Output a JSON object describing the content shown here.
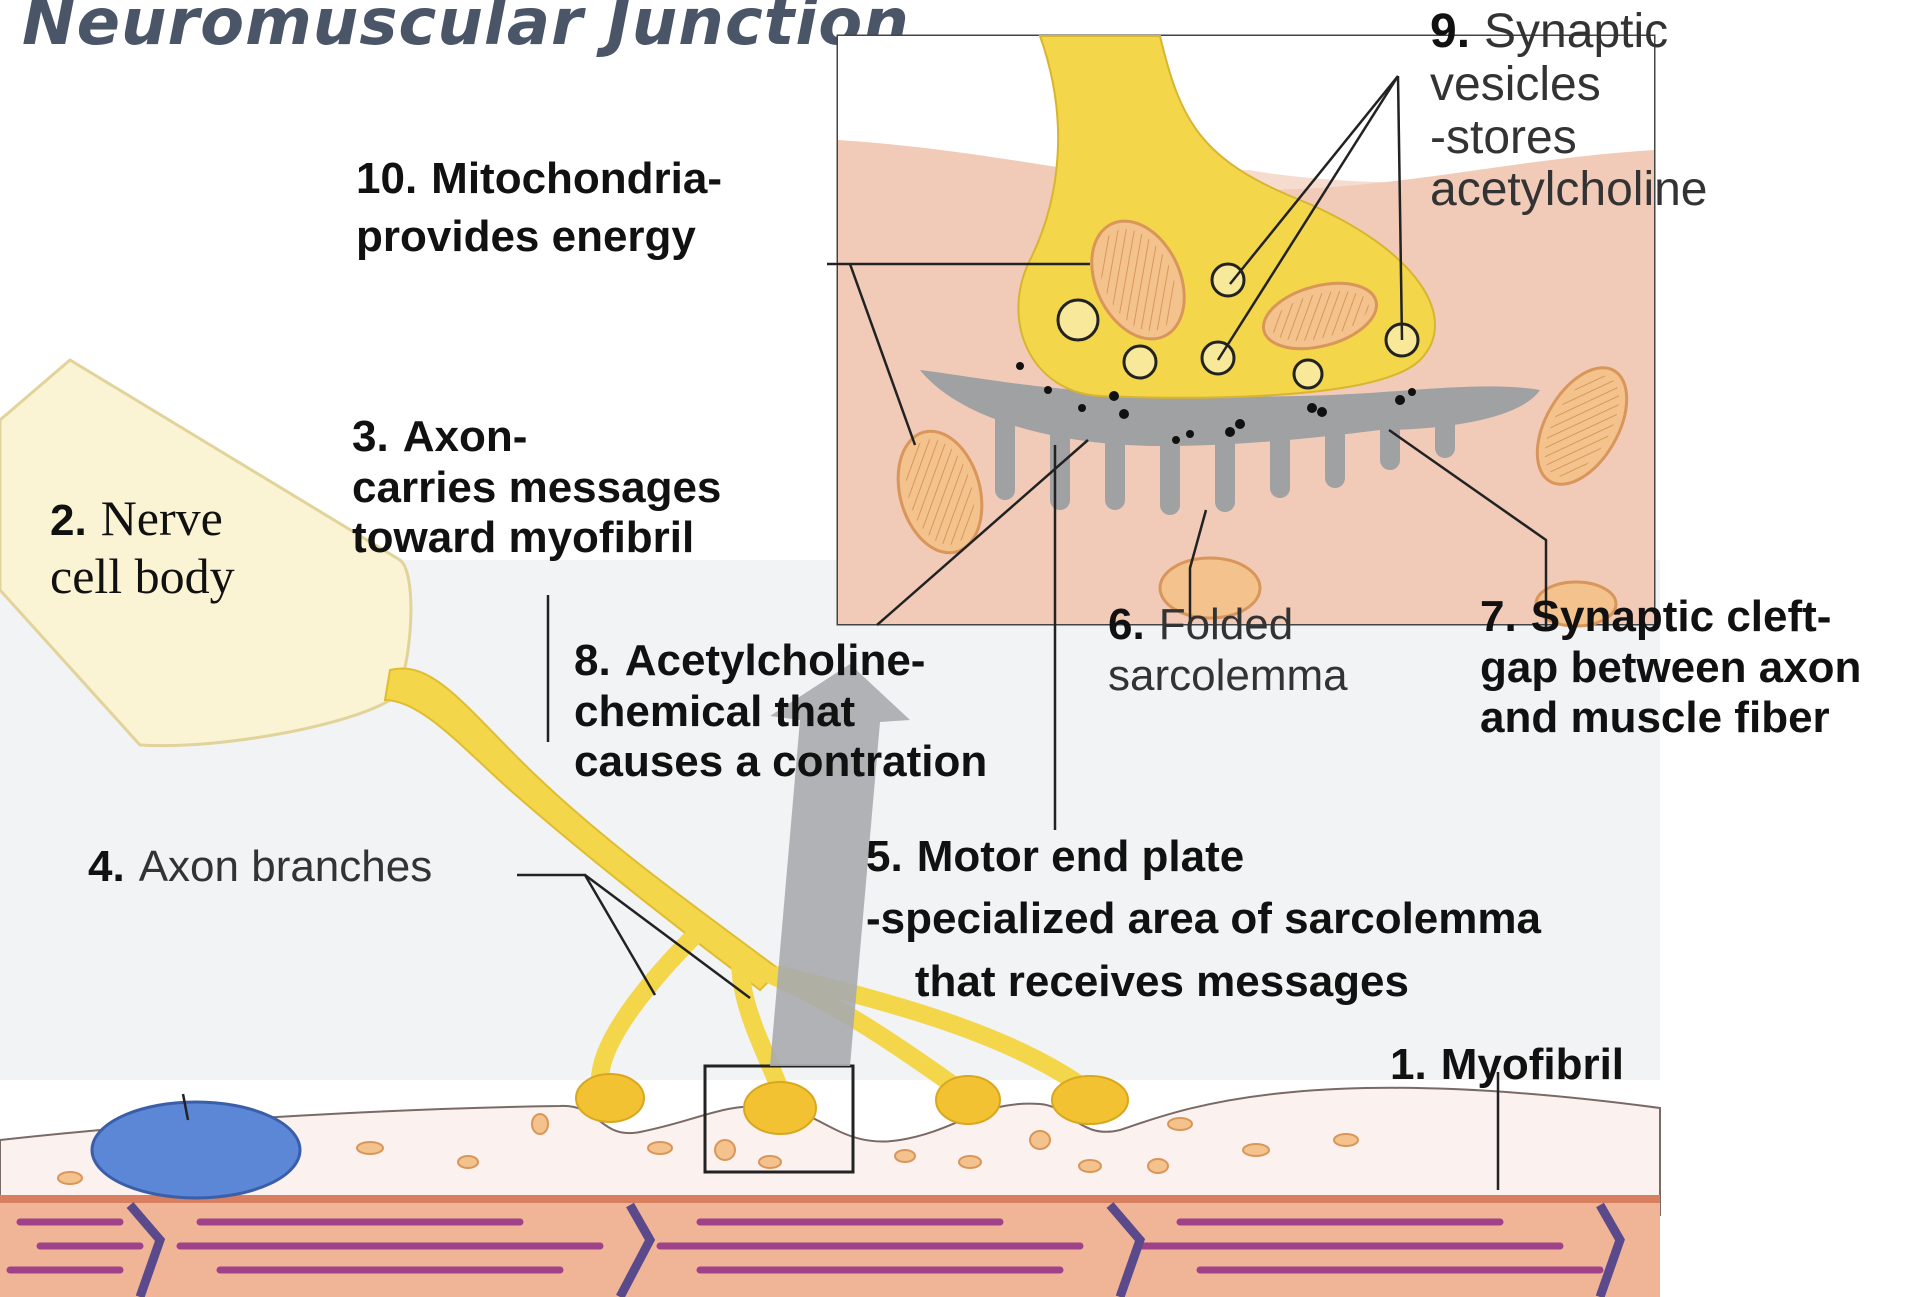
{
  "title": "Neuromuscular Junction",
  "labels": {
    "myofibril": {
      "num": "1.",
      "text": "Myofibril"
    },
    "nerve_cell_body": {
      "num": "2.",
      "text": "Nerve\ncell body"
    },
    "axon": {
      "num": "3.",
      "text": "Axon-\ncarries messages\ntoward myofibril"
    },
    "axon_branches": {
      "num": "4.",
      "text": "Axon branches"
    },
    "motor_end_plate": {
      "num": "5.",
      "text": "Motor end plate\n-specialized area of sarcolemma\n    that receives messages"
    },
    "folded_sarcolemma": {
      "num": "6.",
      "text": "Folded\nsarcolemma"
    },
    "synaptic_cleft": {
      "num": "7.",
      "text": "Synaptic cleft-\ngap between axon\nand muscle fiber"
    },
    "acetylcholine": {
      "num": "8.",
      "text": "Acetylcholine-\nchemical that\ncauses a contration"
    },
    "synaptic_vesicles": {
      "num": "9.",
      "text": "Synaptic\nvesicles\n-stores\nacetylcholine"
    },
    "mitochondria": {
      "num": "10.",
      "text": "Mitochondria-\nprovides energy"
    }
  },
  "colors": {
    "axon": "#f3d64a",
    "axon_light": "#f8e89a",
    "cell_body": "#fbf4d4",
    "muscle_band": "#e9a98b",
    "muscle_stripe": "#a0428a",
    "muscle_line": "#5a4a8c",
    "cleft_gray": "#9fa1a3",
    "mito": "#f4c28c",
    "nucleus": "#5c86d6",
    "arrow_gray": "#a9abae",
    "inset_bg": "#f6dccf"
  }
}
